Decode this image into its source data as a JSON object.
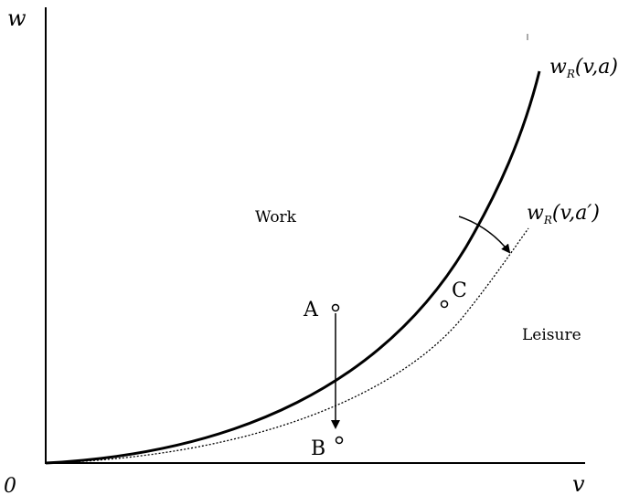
{
  "axes": {
    "y_label": "w",
    "x_label": "v",
    "origin_label": "0"
  },
  "regions": {
    "work": "Work",
    "leisure": "Leisure"
  },
  "curves": {
    "upper": {
      "main": "w",
      "sub": "R",
      "args": "(v,a)"
    },
    "lower": {
      "main": "w",
      "sub": "R",
      "args": "(v,a′)"
    }
  },
  "points": {
    "a": "A",
    "b": "B",
    "c": "C"
  }
}
